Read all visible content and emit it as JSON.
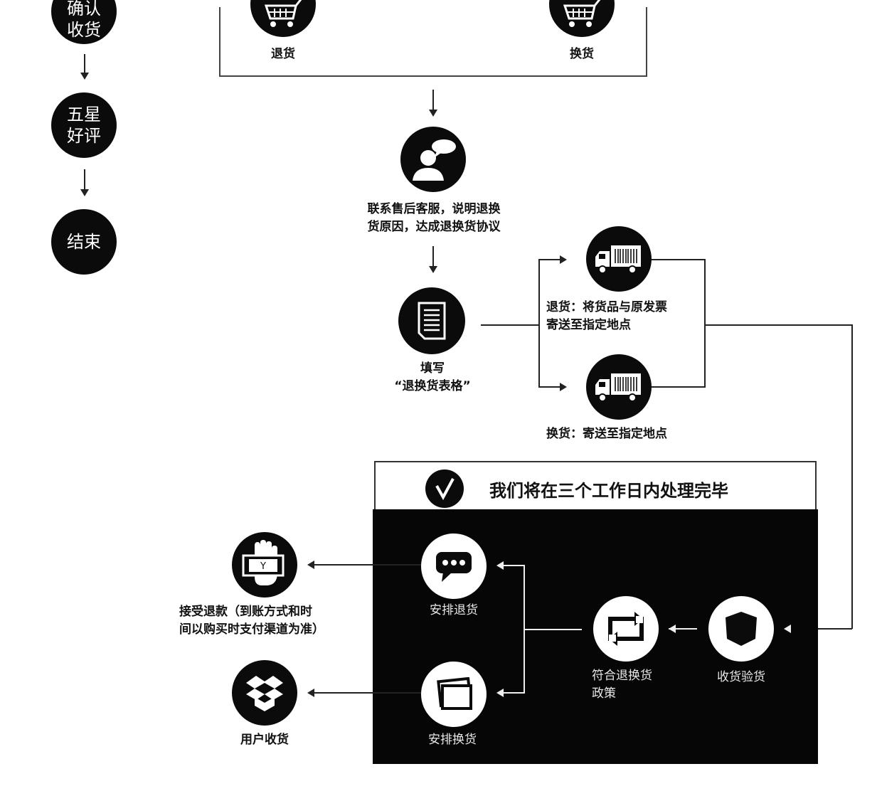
{
  "left_steps": [
    {
      "label": "确认\n收货"
    },
    {
      "label": "五星\n好评"
    },
    {
      "label": "结束"
    }
  ],
  "top": {
    "return_label": "退货",
    "exchange_label": "换货"
  },
  "contact": {
    "label": "联系售后客服，说明退换\n货原因，达成退换货协议"
  },
  "form": {
    "label": "填写\n“退换货表格”"
  },
  "shipping": {
    "return_label": "退货：将货品与原发票\n寄送至指定地点",
    "exchange_label": "换货：寄送至指定地点"
  },
  "panel": {
    "title": "我们将在三个工作日内处理完毕",
    "arrange_refund": "安排退货",
    "arrange_exchange": "安排换货",
    "policy_check": "符合退换货\n政策",
    "receive_inspect": "收货验货"
  },
  "outcomes": {
    "refund_label": "接受退款（到账方式和时\n间以购买时支付渠道为准）",
    "user_receive_label": "用户收货",
    "yen_symbol": "Y"
  },
  "colors": {
    "fill": "#0b0b0b",
    "panel": "#060606",
    "stroke": "#222222"
  }
}
